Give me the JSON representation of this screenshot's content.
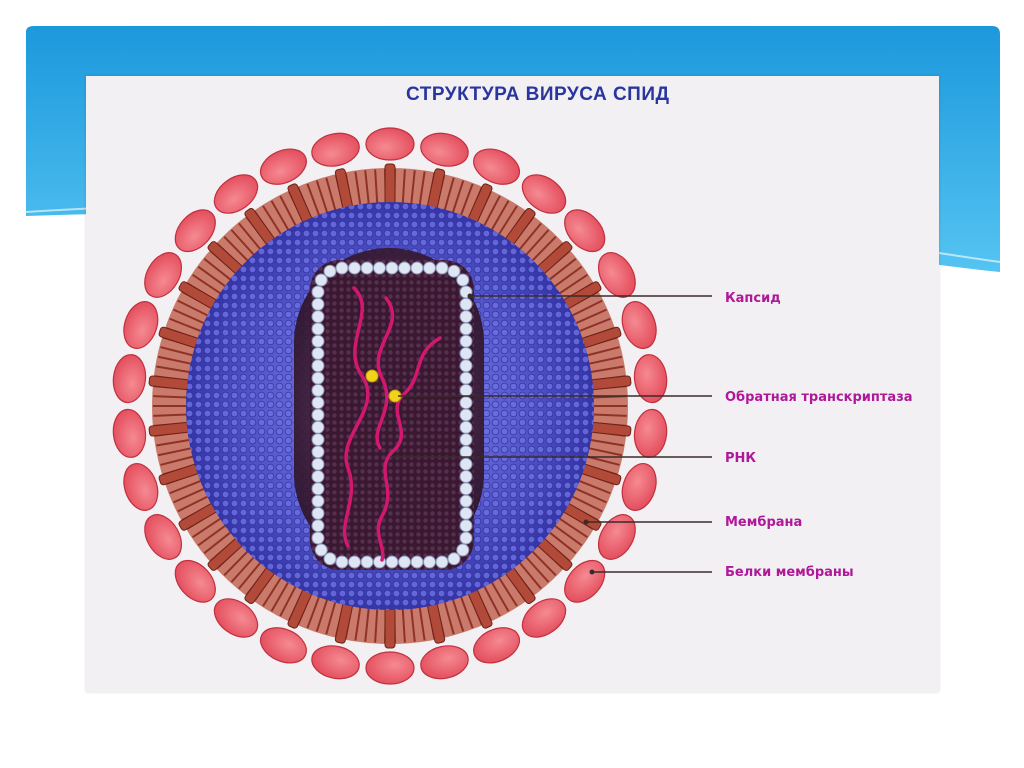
{
  "title": "СТРУКТУРА ВИРУСА СПИД",
  "labels": {
    "capsid": "Капсид",
    "reverse_transcriptase": "Обратная транскриптаза",
    "rna": "РНК",
    "membrane": "Мембрана",
    "membrane_proteins": "Белки мембраны"
  },
  "colors": {
    "slide_band": "#1fa0e0",
    "envelope_protein": "#ea5a68",
    "lipid_bilayer": "#a8453a",
    "matrix_blue": "#4a4fc0",
    "capsid_core": "#3a1830",
    "capsid_beads": "#dde6f2",
    "rna_strand": "#d2186e",
    "enzyme": "#f3d21a",
    "label_magenta": "#b0189a",
    "title_blue": "#2a36a0"
  }
}
